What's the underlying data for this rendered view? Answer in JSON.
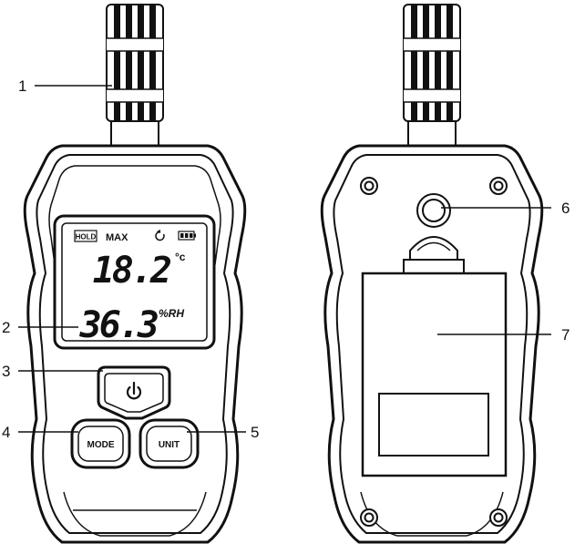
{
  "callouts": [
    "1",
    "2",
    "3",
    "4",
    "5",
    "6",
    "7"
  ],
  "lcd": {
    "hold": "HOLD",
    "max": "MAX",
    "temperature": "18.2",
    "temperature_unit": "°c",
    "humidity": "36.3",
    "humidity_unit": "%RH"
  },
  "buttons": {
    "power_icon": "power-icon",
    "mode": "MODE",
    "unit": "UNIT"
  },
  "icons": {
    "auto_off": "auto-power-off-icon",
    "battery": "battery-icon",
    "tripod_mount": "tripod-mount-icon"
  }
}
